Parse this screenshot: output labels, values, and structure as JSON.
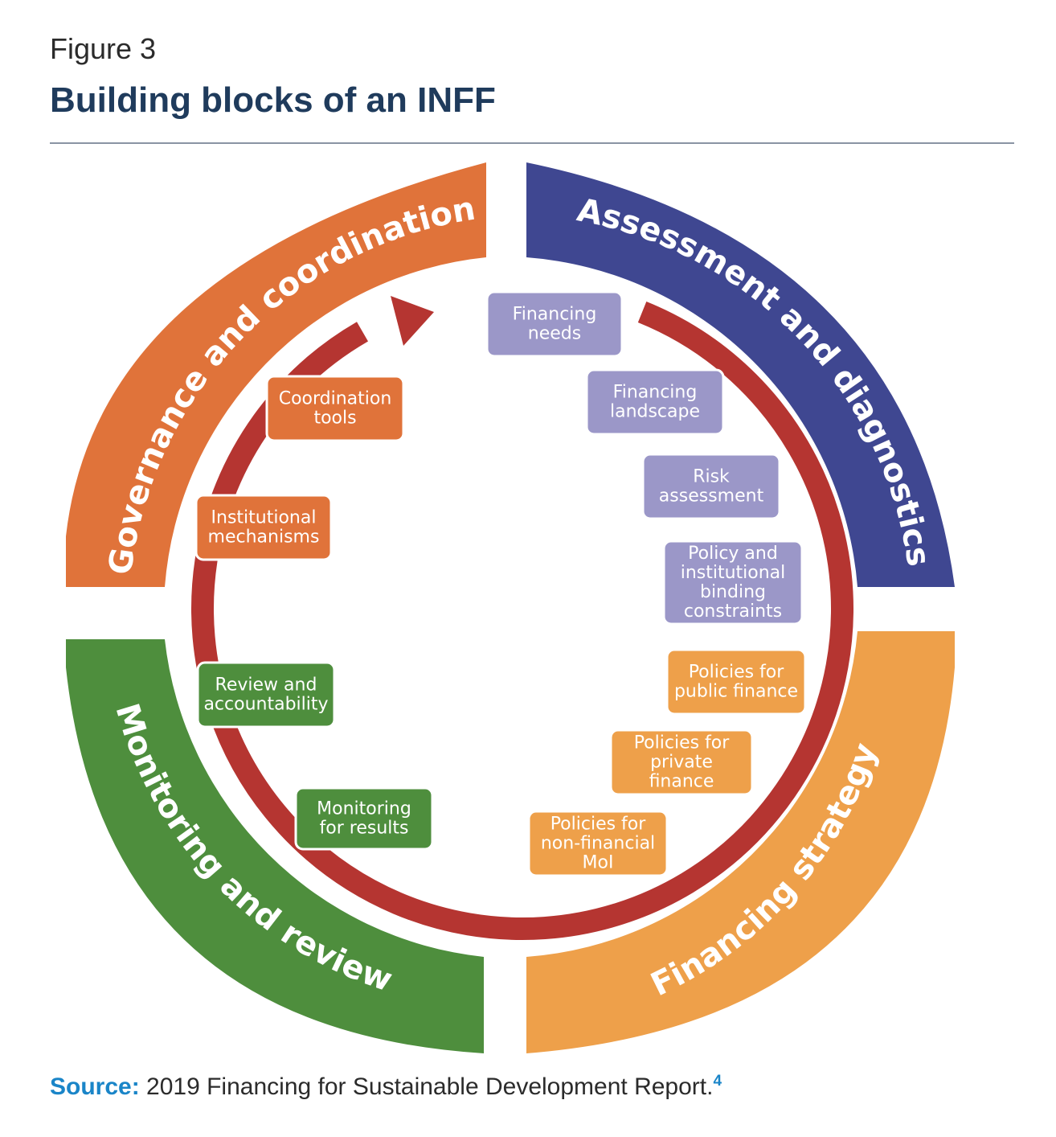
{
  "figure_label": "Figure 3",
  "title": "Building blocks of an INFF",
  "colors": {
    "governance": "#e0733a",
    "assessment": "#3f4791",
    "monitoring": "#4e8e3d",
    "financing": "#eea04a",
    "cycle_ring": "#b53531",
    "box_purple": "#9b97c8",
    "box_orange": "#eea04a",
    "box_orange_dark": "#e0733a",
    "box_green": "#4e8e3d",
    "title_color": "#1f3b5c",
    "source_color": "#1a85c8"
  },
  "quadrants": [
    {
      "id": "governance",
      "label": "Governance and coordination",
      "color": "#e0733a"
    },
    {
      "id": "assessment",
      "label": "Assessment and diagnostics",
      "color": "#3f4791"
    },
    {
      "id": "financing",
      "label": "Financing strategy",
      "color": "#eea04a"
    },
    {
      "id": "monitoring",
      "label": "Monitoring and review",
      "color": "#4e8e3d"
    }
  ],
  "blocks": [
    {
      "lines": [
        "Financing",
        "needs"
      ],
      "color": "#9b97c8"
    },
    {
      "lines": [
        "Financing",
        "landscape"
      ],
      "color": "#9b97c8"
    },
    {
      "lines": [
        "Risk",
        "assessment"
      ],
      "color": "#9b97c8"
    },
    {
      "lines": [
        "Policy and",
        "institutional",
        "binding",
        "constraints"
      ],
      "color": "#9b97c8"
    },
    {
      "lines": [
        "Policies for",
        "public finance"
      ],
      "color": "#eea04a"
    },
    {
      "lines": [
        "Policies for",
        "private",
        "finance"
      ],
      "color": "#eea04a"
    },
    {
      "lines": [
        "Policies for",
        "non-financial",
        "MoI"
      ],
      "color": "#eea04a"
    },
    {
      "lines": [
        "Monitoring",
        "for results"
      ],
      "color": "#4e8e3d"
    },
    {
      "lines": [
        "Review and",
        "accountability"
      ],
      "color": "#4e8e3d"
    },
    {
      "lines": [
        "Institutional",
        "mechanisms"
      ],
      "color": "#e0733a"
    },
    {
      "lines": [
        "Coordination",
        "tools"
      ],
      "color": "#e0733a"
    }
  ],
  "source": {
    "label": "Source:",
    "text": " 2019 Financing for Sustainable Development Report.",
    "footnote": "4"
  }
}
